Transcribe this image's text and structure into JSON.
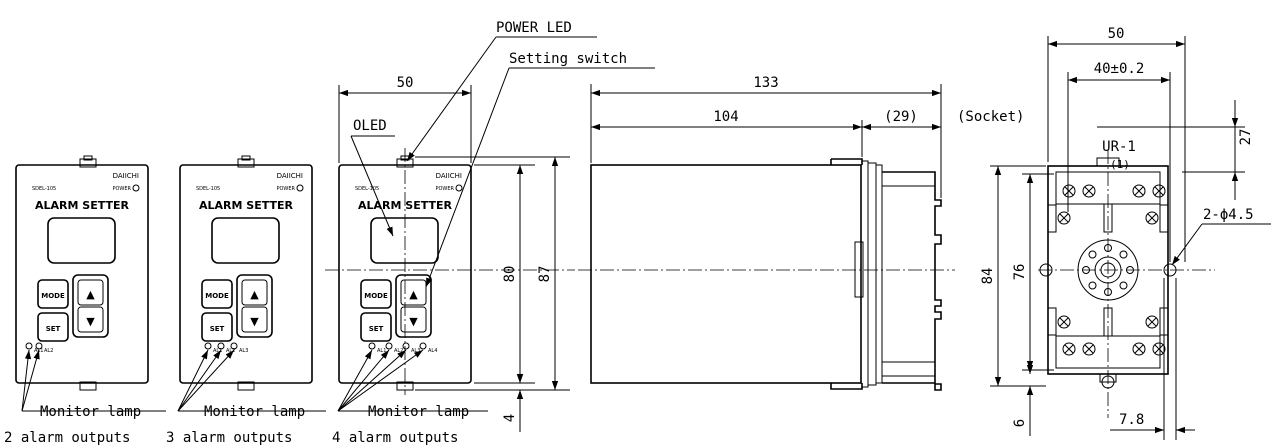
{
  "callouts": {
    "power_led": "POWER LED",
    "setting_switch": "Setting switch",
    "oled": "OLED",
    "socket": "(Socket)",
    "monitor_lamp": "Monitor lamp",
    "outputs_2": "2 alarm outputs",
    "outputs_3": "3 alarm outputs",
    "outputs_4": "4 alarm outputs",
    "ur1": "UR-1",
    "ur1_note": "(1)",
    "hole": "2-ϕ4.5"
  },
  "front": {
    "brand": "DAIICHI",
    "power": "POWER",
    "model_2": "SDEL-105",
    "model_3": "SDEL-105",
    "model_4": "SDEL-105",
    "title": "ALARM SETTER",
    "mode": "MODE",
    "set": "SET",
    "up": "▲",
    "down": "▼",
    "al1": "AL1",
    "al2": "AL2",
    "al3": "AL3",
    "al4": "AL4"
  },
  "dims": {
    "front_width": "50",
    "height_80": "80",
    "height_87": "87",
    "bottom_4": "4",
    "total_depth": "133",
    "body_depth": "104",
    "socket_depth": "(29)",
    "socket_width": "50",
    "hole_pitch": "40±0.2",
    "top_27": "27",
    "socket_84": "84",
    "socket_76": "76",
    "socket_6": "6",
    "socket_78": "7.8"
  }
}
